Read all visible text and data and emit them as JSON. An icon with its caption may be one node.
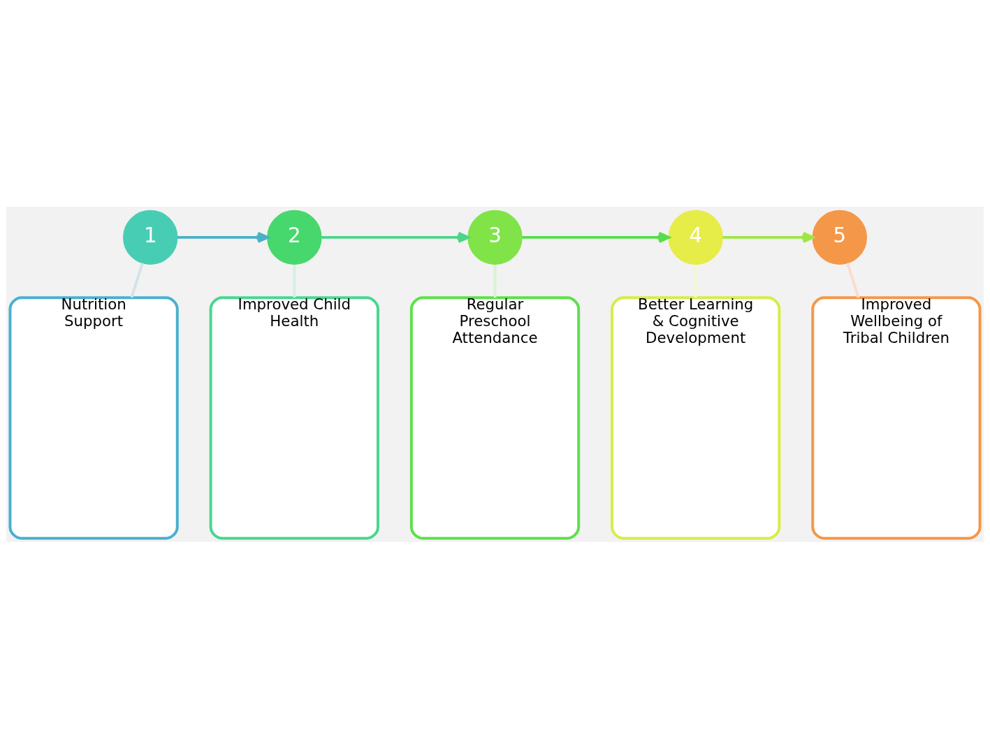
{
  "diagram": {
    "nodes": [
      {
        "text": [
          "1"
        ]
      },
      {
        "text": [
          "2"
        ]
      },
      {
        "text": [
          "3"
        ]
      },
      {
        "text": [
          "4"
        ]
      },
      {
        "text": [
          "5"
        ]
      },
      {
        "text": [
          "Nutrition Support"
        ]
      },
      {
        "text": [
          "Improved Child Health"
        ]
      },
      {
        "text": [
          "Regular Preschool Attendance"
        ]
      },
      {
        "text": [
          "Better Learning & Cognitive Development"
        ]
      },
      {
        "text": [
          "Improved Wellbeing of Tribal Children"
        ]
      }
    ],
    "edges": [
      {
        "from": 0,
        "to": 1,
        "arrow": "to",
        "color": "#4ab0c8"
      },
      {
        "from": 1,
        "to": 2,
        "arrow": "to",
        "color": "#4cd48a"
      },
      {
        "from": 2,
        "to": 3,
        "arrow": "to",
        "color": "#55dd4a"
      },
      {
        "from": 3,
        "to": 4,
        "arrow": "to",
        "color": "#9ee645"
      },
      {
        "from": 0,
        "to": 5,
        "arrow": "none",
        "color": "#d3e3e8"
      },
      {
        "from": 1,
        "to": 6,
        "arrow": "none",
        "color": "#d3f0e0"
      },
      {
        "from": 2,
        "to": 7,
        "arrow": "none",
        "color": "#d8f3d3"
      },
      {
        "from": 3,
        "to": 8,
        "arrow": "none",
        "color": "#f3f6d6"
      },
      {
        "from": 4,
        "to": 9,
        "arrow": "none",
        "color": "#f8ddd0"
      }
    ]
  }
}
